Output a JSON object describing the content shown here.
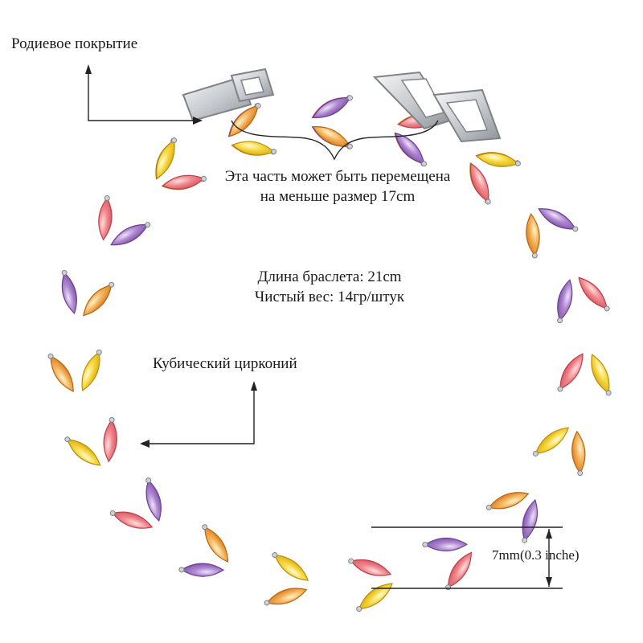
{
  "labels": {
    "rhodium": "Родиевое покрытие",
    "adjustable_line1": "Эта часть может быть перемещена",
    "adjustable_line2": "на меньше размер 17cm",
    "length": "Длина браслета: 21cm",
    "weight": "Чистый вес: 14гр/штук",
    "zirconia": "Кубический цирконий",
    "width": "7mm(0.3 inche)"
  },
  "colors": {
    "background": "#ffffff",
    "text": "#1a1a1a",
    "annotation_line": "#222222",
    "metal": "#d7d9dc",
    "stone_orange": "#f2a64a",
    "stone_yellow": "#f5d23c",
    "stone_pink": "#f07a82",
    "stone_purple": "#a57ac8"
  },
  "image": {
    "subject": "bracelet-photo",
    "stone_palette": [
      "stone_orange",
      "stone_yellow",
      "stone_pink",
      "stone_purple"
    ]
  }
}
